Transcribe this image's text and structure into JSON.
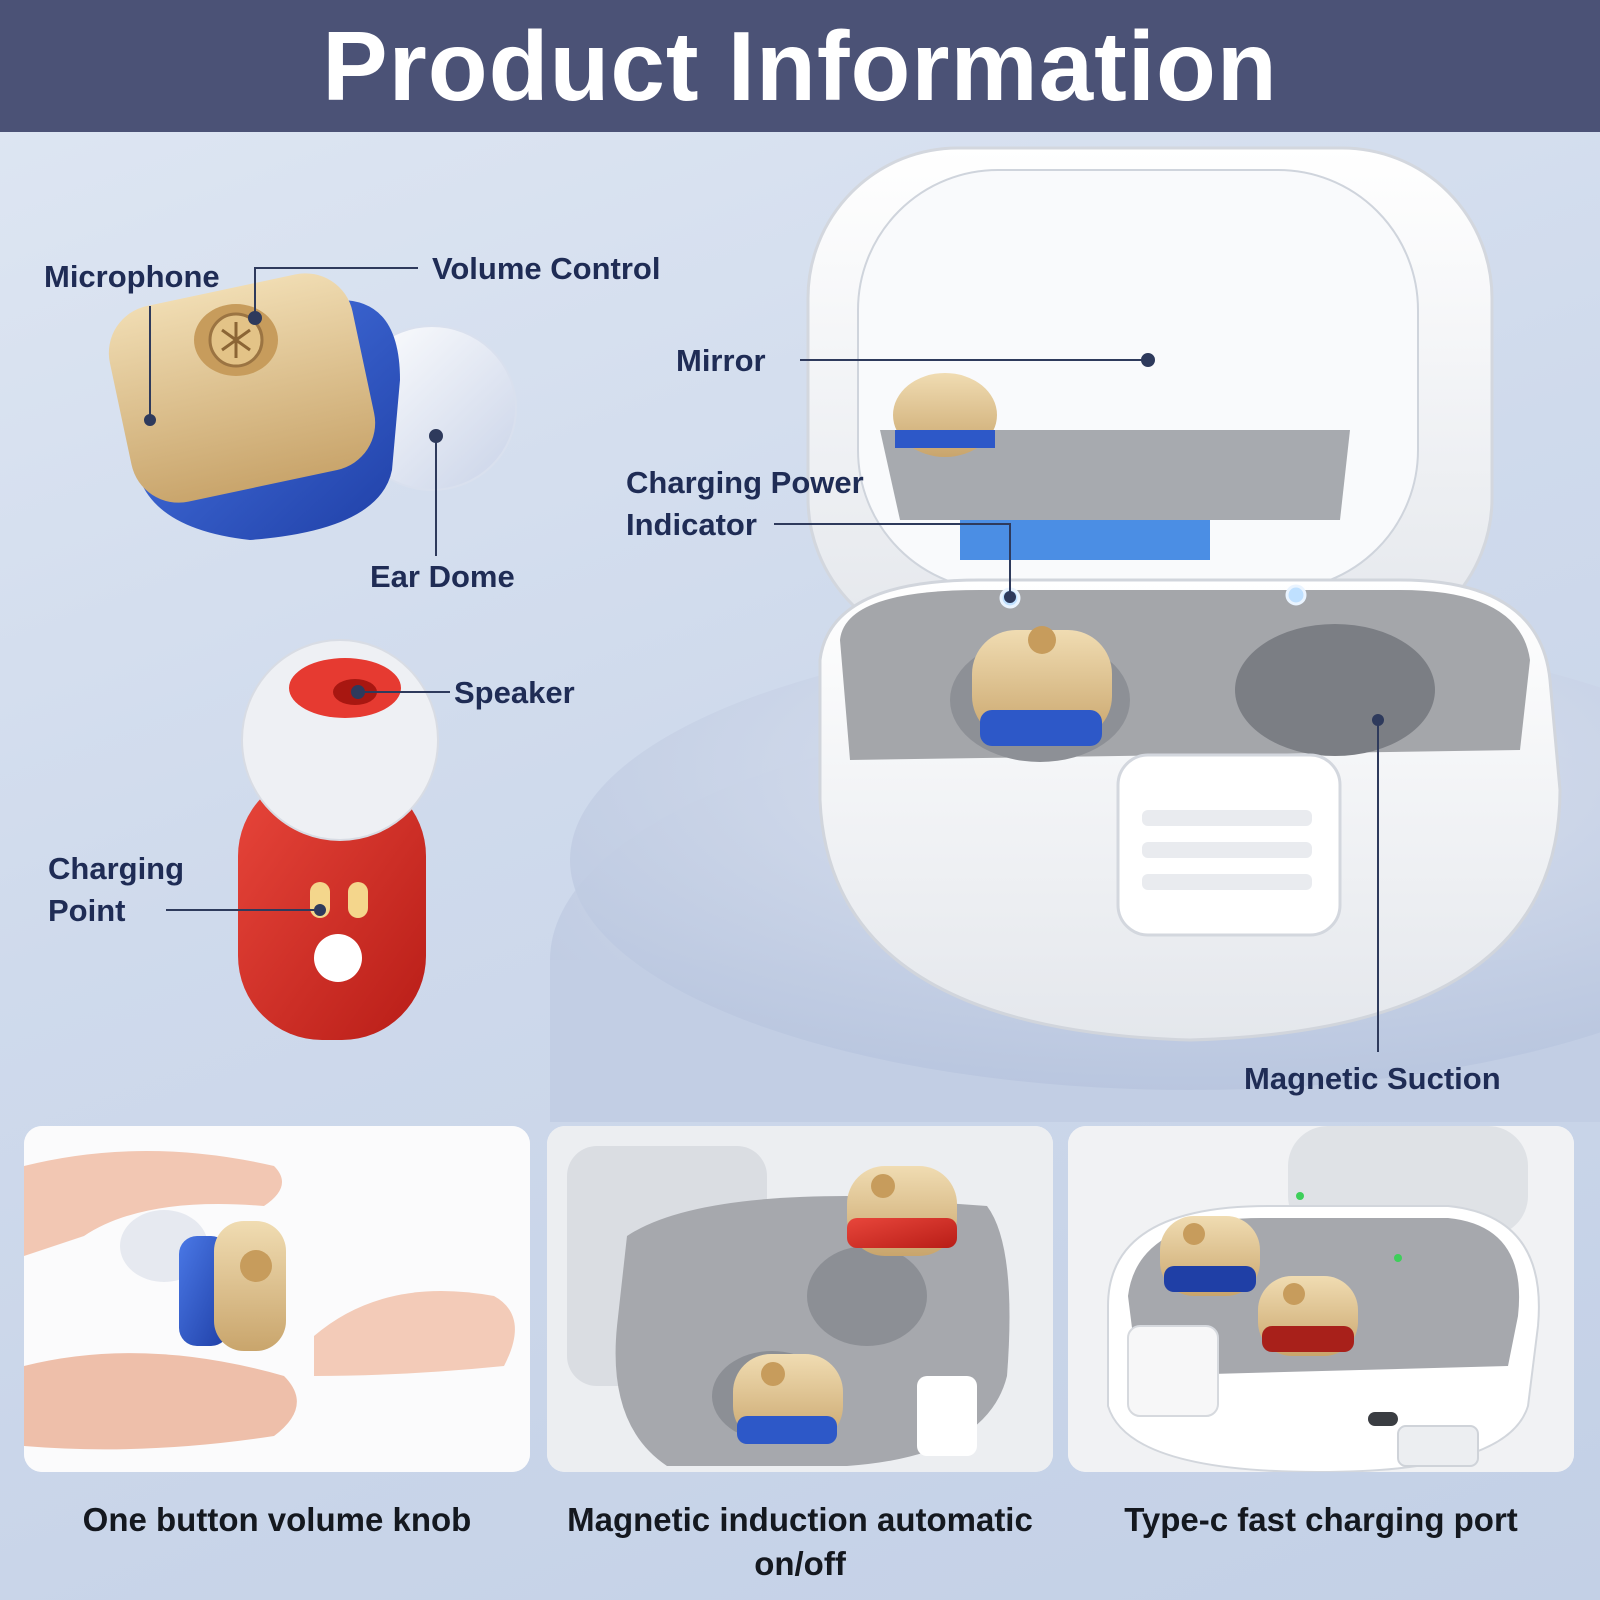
{
  "header": {
    "title": "Product Information"
  },
  "callouts": {
    "microphone": "Microphone",
    "volume_control": "Volume Control",
    "ear_dome": "Ear Dome",
    "speaker": "Speaker",
    "charging_point_line1": "Charging",
    "charging_point_line2": "Point",
    "mirror": "Mirror",
    "charging_power_indicator_line1": "Charging Power",
    "charging_power_indicator_line2": "Indicator",
    "magnetic_suction": "Magnetic Suction"
  },
  "features": [
    {
      "caption": "One button volume knob"
    },
    {
      "caption": "Magnetic induction automatic on/off"
    },
    {
      "caption": "Type-c fast charging port"
    }
  ],
  "colors": {
    "banner": "#4b5276",
    "label_text": "#1f2c55",
    "device_blue": "#2d58c8",
    "device_beige": "#dcc08c",
    "device_red": "#d42a22",
    "case_white": "#f4f5f7",
    "case_gray": "#9a9ca0"
  }
}
